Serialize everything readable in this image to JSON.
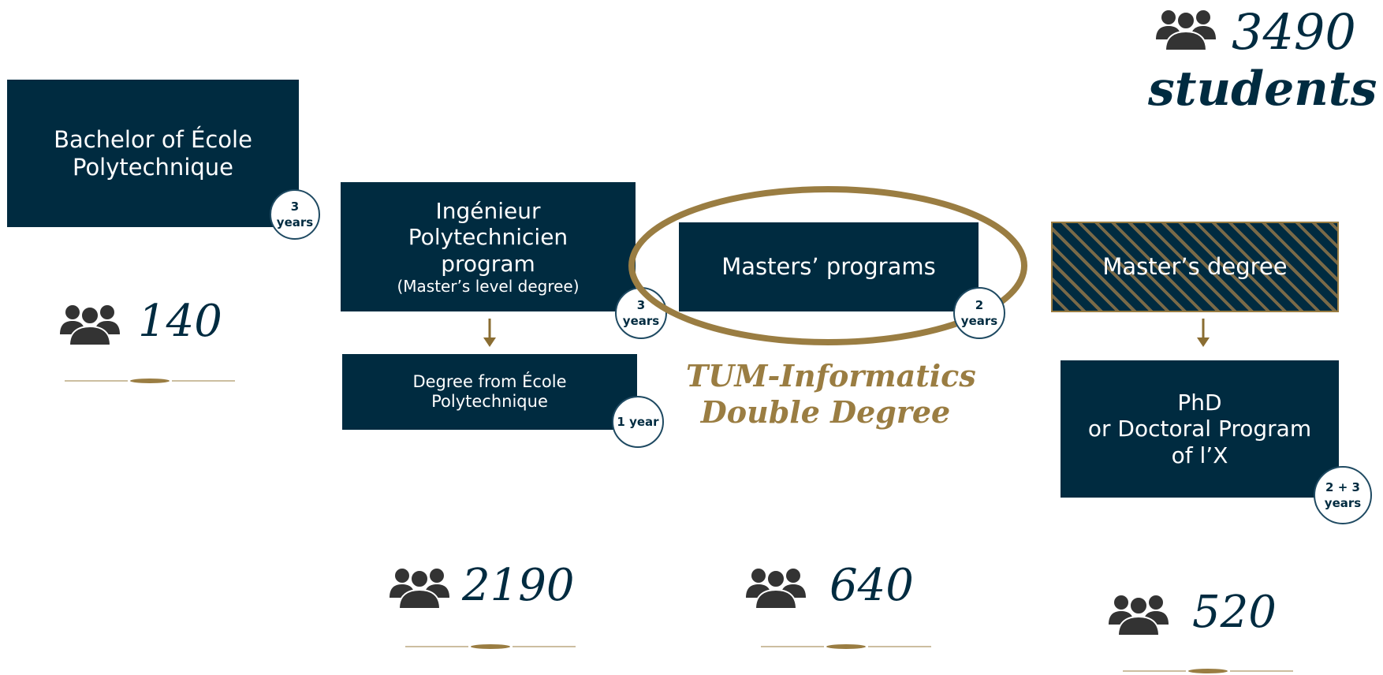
{
  "total": {
    "count": "3490",
    "label": "students"
  },
  "bachelor": {
    "title_line1": "Bachelor of École",
    "title_line2": "Polytechnique",
    "duration": "3 years",
    "students": "140"
  },
  "ingenieur": {
    "title_line1": "Ingénieur",
    "title_line2": "Polytechnicien",
    "title_line3": "program",
    "subtitle": "(Master’s level degree)",
    "duration": "3 years",
    "followup_line1": "Degree from École",
    "followup_line2": "Polytechnique",
    "followup_duration": "1 year",
    "students": "2190"
  },
  "masters": {
    "title": "Masters’ programs",
    "duration": "2 years",
    "highlight_line1": "TUM-Informatics",
    "highlight_line2": "Double Degree",
    "students": "640"
  },
  "phd": {
    "top_title": "Master’s degree",
    "title_line1": "PhD",
    "title_line2": "or Doctoral Program",
    "title_line3": "of l’X",
    "duration_line1": "2 + 3",
    "duration_line2": "years",
    "students": "520"
  },
  "colors": {
    "navy": "#002b40",
    "gold": "#9a7d42",
    "icon": "#333333"
  },
  "icons": {
    "people": "people-group-icon",
    "arrow": "arrow-down-icon"
  }
}
